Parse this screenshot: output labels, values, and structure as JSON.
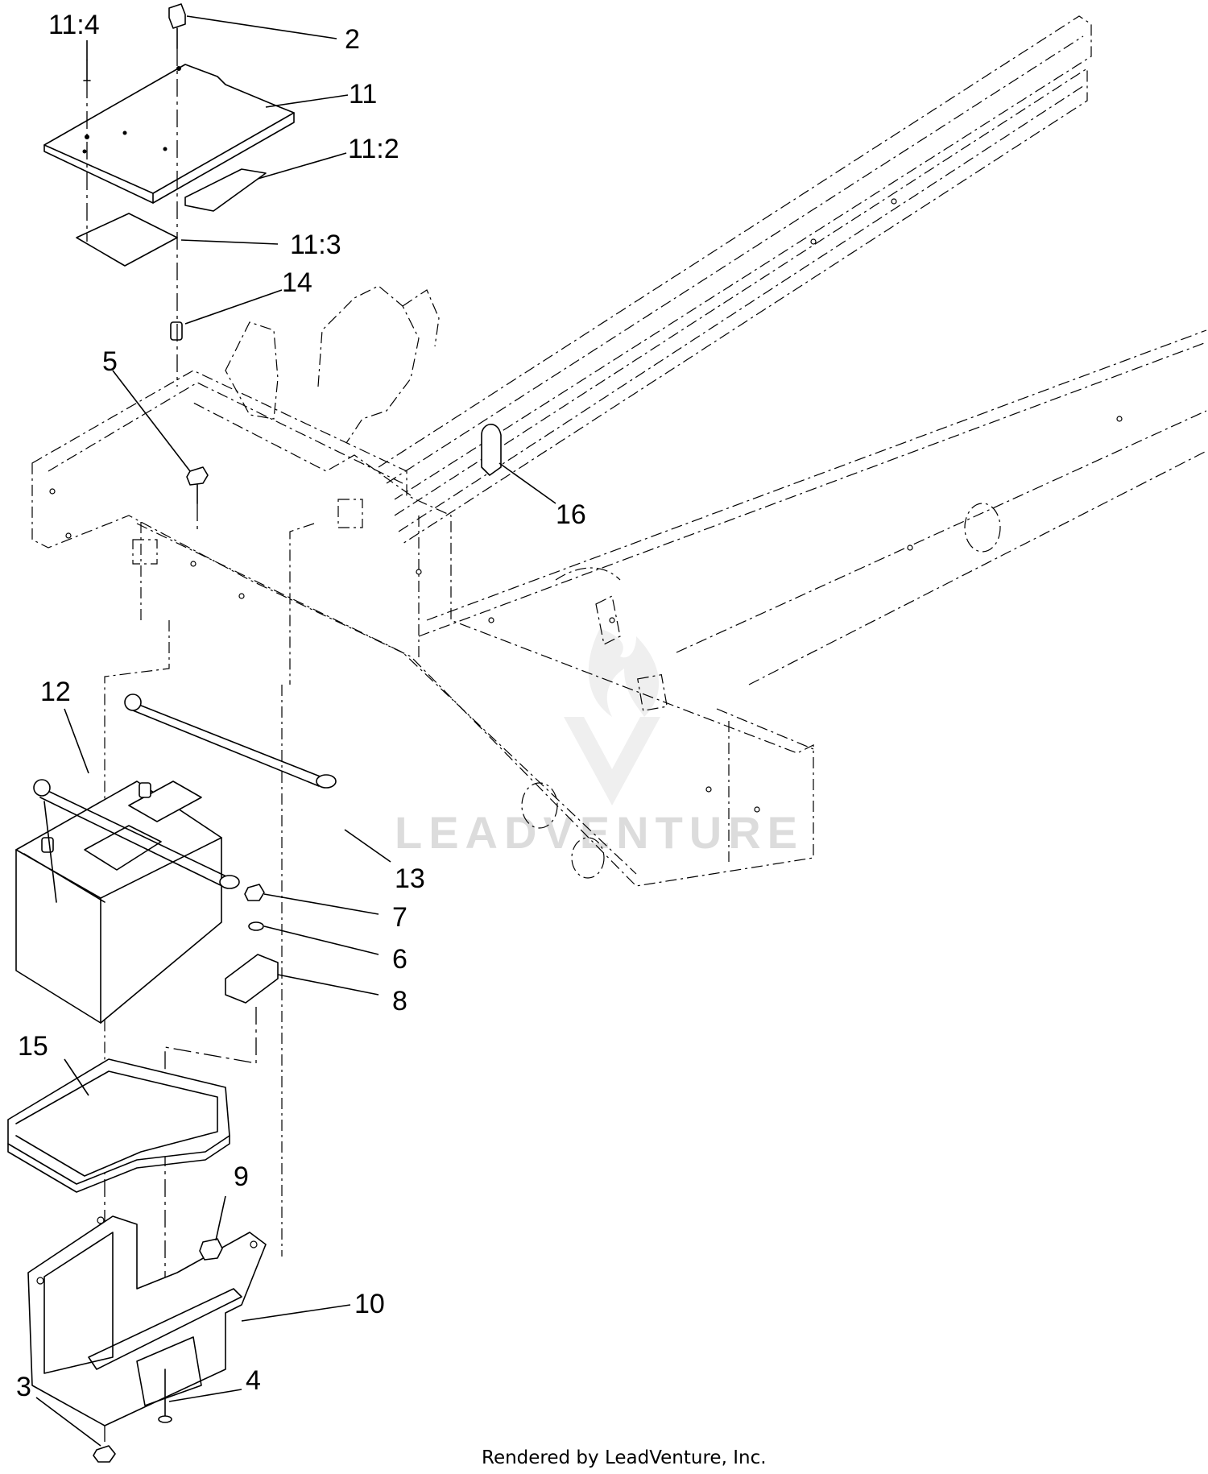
{
  "callouts": [
    {
      "id": "c-11-4",
      "text": "11:4"
    },
    {
      "id": "c-2",
      "text": "2"
    },
    {
      "id": "c-11",
      "text": "11"
    },
    {
      "id": "c-11-2",
      "text": "11:2"
    },
    {
      "id": "c-11-3",
      "text": "11:3"
    },
    {
      "id": "c-14",
      "text": "14"
    },
    {
      "id": "c-5",
      "text": "5"
    },
    {
      "id": "c-16",
      "text": "16"
    },
    {
      "id": "c-12",
      "text": "12"
    },
    {
      "id": "c-13",
      "text": "13"
    },
    {
      "id": "c-7",
      "text": "7"
    },
    {
      "id": "c-6",
      "text": "6"
    },
    {
      "id": "c-8",
      "text": "8"
    },
    {
      "id": "c-15",
      "text": "15"
    },
    {
      "id": "c-9",
      "text": "9"
    },
    {
      "id": "c-10",
      "text": "10"
    },
    {
      "id": "c-3",
      "text": "3"
    },
    {
      "id": "c-4",
      "text": "4"
    }
  ],
  "watermark": "LEADVENTURE",
  "footer": "Rendered by LeadVenture, Inc."
}
